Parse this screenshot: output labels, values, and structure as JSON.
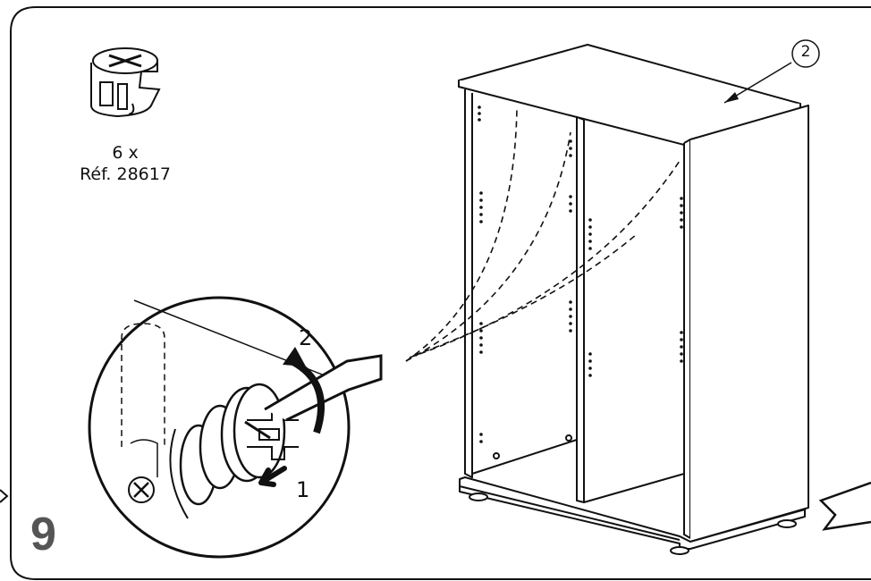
{
  "hardware": {
    "quantity": "6 x",
    "reference": "Réf. 28617",
    "icon": "cam-lock-fitting-icon"
  },
  "step": {
    "number": "9"
  },
  "callouts": {
    "part": "2"
  },
  "detail": {
    "action_1": "1",
    "action_2": "2",
    "icon": "screwdriver-turning-cam-lock-icon"
  },
  "colors": {
    "ink": "#111111",
    "step_number": "#555555",
    "background": "#ffffff"
  }
}
